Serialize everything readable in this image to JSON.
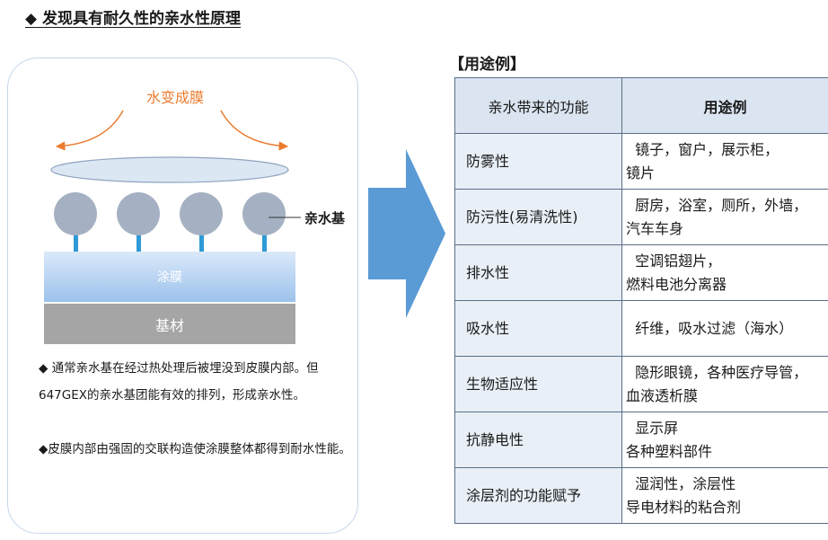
{
  "heading": "◆ 发现具有耐久性的亲水性原理",
  "diagram": {
    "film_label": "水变成膜",
    "group_label": "亲水基",
    "coating_label": "涂膜",
    "substrate_label": "基材",
    "note1": "◆ 通常亲水基在经过热处理后被埋没到皮膜内部。但647GEX的亲水基团能有效的排列，形成亲水性。",
    "note2": "◆皮膜内部由强固的交联构造使涂膜整体都得到耐水性能。",
    "colors": {
      "film_label": "#ec7c30",
      "group": "#a5b1c2",
      "stem": "#2e9bd6",
      "arrow": "#5b9bd5"
    }
  },
  "uses": {
    "title": "【用途例】",
    "headers": [
      "亲水带来的功能",
      "用途例"
    ],
    "rows": [
      {
        "function": "防雾性",
        "uses": "  镜子，窗户，展示柜，\n镜片"
      },
      {
        "function": "防污性(易清洗性)",
        "uses": "  厨房，浴室，厕所，外墙，\n汽车车身"
      },
      {
        "function": "排水性",
        "uses": "  空调铝翅片，\n燃料电池分离器"
      },
      {
        "function": "吸水性",
        "uses": "  纤维，吸水过滤（海水）"
      },
      {
        "function": "生物适应性",
        "uses": "  隐形眼镜，各种医疗导管，\n血液透析膜"
      },
      {
        "function": "抗静电性",
        "uses": "  显示屏\n各种塑料部件"
      },
      {
        "function": "涂层剂的功能赋予",
        "uses": "  湿润性，涂层性\n导电材料的粘合剂"
      }
    ]
  }
}
